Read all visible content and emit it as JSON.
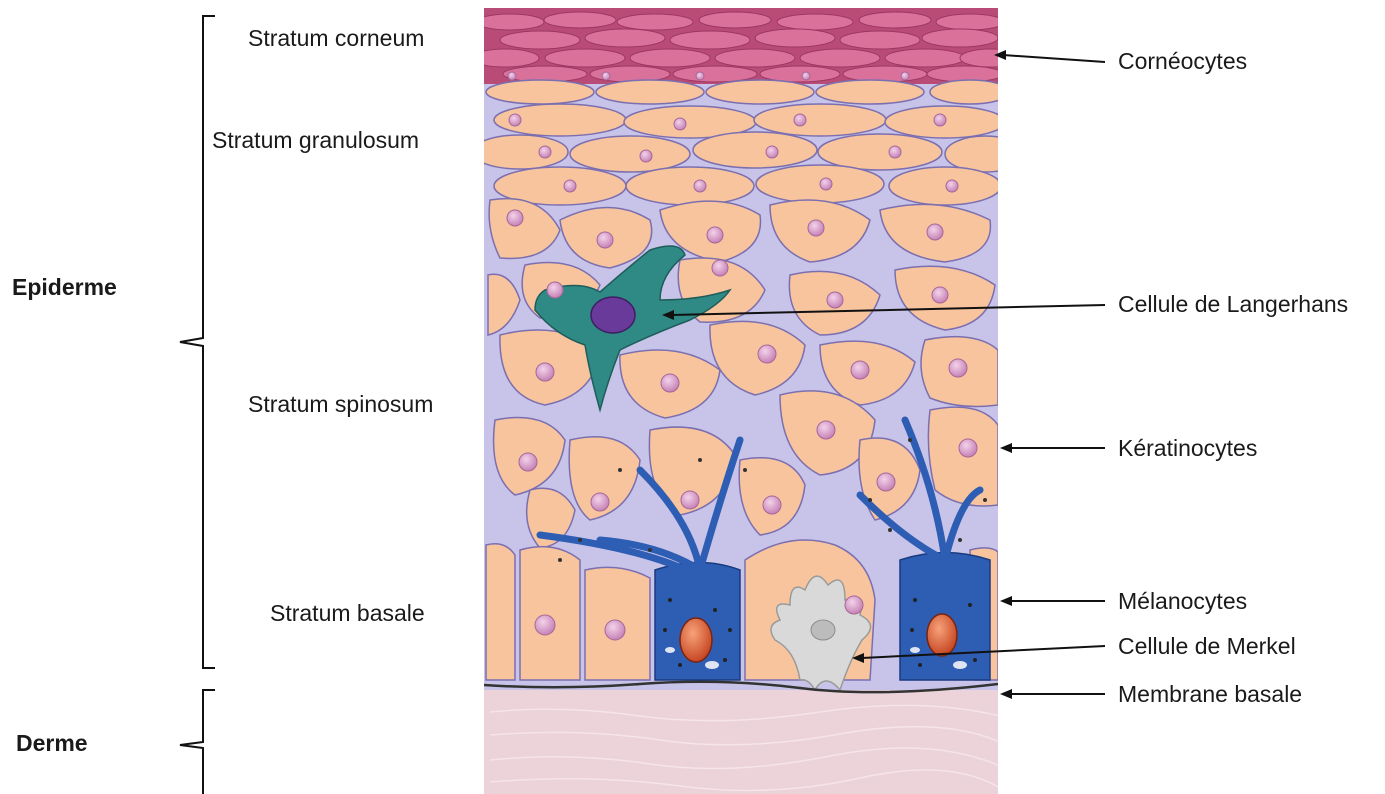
{
  "diagram": {
    "main_labels": {
      "epiderme": "Epiderme",
      "derme": "Derme"
    },
    "layer_labels": {
      "corneum": "Stratum corneum",
      "granulosum": "Stratum granulosum",
      "spinosum": "Stratum spinosum",
      "basale": "Stratum basale"
    },
    "cell_labels": {
      "corneocytes": "Cornéocytes",
      "langerhans": "Cellule de Langerhans",
      "keratinocytes": "Kératinocytes",
      "melanocytes": "Mélanocytes",
      "merkel": "Cellule de Merkel",
      "membrane": "Membrane basale"
    },
    "colors": {
      "corneum_cell": "#c9567f",
      "keratinocyte": "#f7c49e",
      "keratinocyte_edge": "#e8a57c",
      "interstitial": "#c8c3e8",
      "nucleus": "#d79bc8",
      "langerhans": "#2f8a86",
      "melanocyte": "#2e5db4",
      "merkel": "#d9d9d9",
      "derme": "#ecd3d9"
    }
  }
}
